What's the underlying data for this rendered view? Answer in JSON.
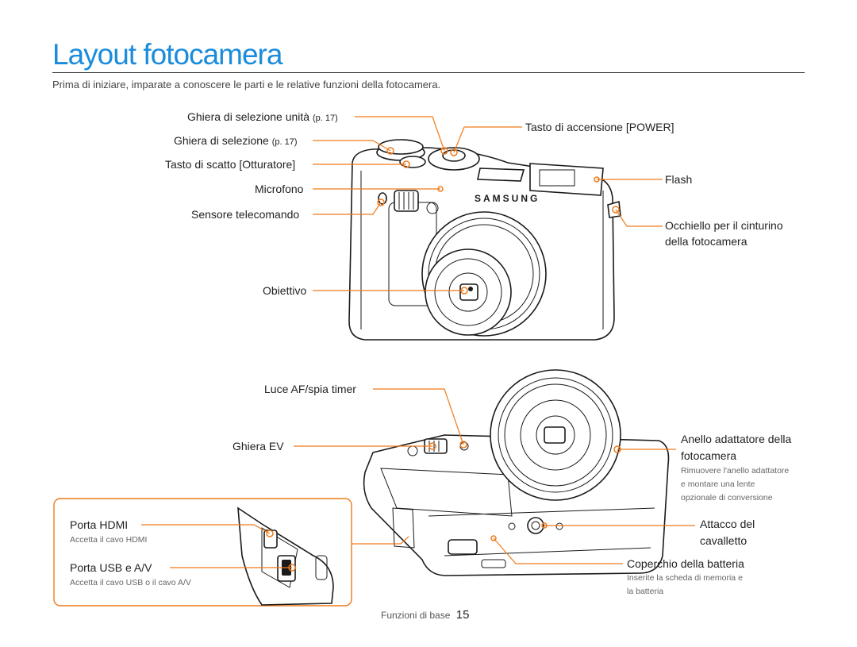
{
  "page": {
    "title": "Layout fotocamera",
    "intro": "Prima di iniziare, imparate a conoscere le parti e le relative funzioni della fotocamera."
  },
  "front_view": {
    "labels": {
      "mode_dial": "Ghiera di selezione unità",
      "mode_dial_ref": "(p. 17)",
      "select_dial": "Ghiera di selezione",
      "select_dial_ref": "(p. 17)",
      "shutter": "Tasto di scatto [Otturatore]",
      "microphone": "Microfono",
      "remote_sensor": "Sensore telecomando",
      "lens": "Obiettivo",
      "power": "Tasto di accensione [POWER]",
      "flash": "Flash",
      "strap_line1": "Occhiello per il cinturino",
      "strap_line2": "della fotocamera"
    },
    "brand": "SAMSUNG"
  },
  "bottom_view": {
    "labels": {
      "af_lamp": "Luce AF/spia timer",
      "ev_dial": "Ghiera EV",
      "adapter_ring_line1": "Anello adattatore della",
      "adapter_ring_line2": "fotocamera",
      "adapter_note_1": "Rimuovere l'anello adattatore",
      "adapter_note_2": "e montare una lente",
      "adapter_note_3": "opzionale di conversione",
      "tripod_line1": "Attacco del",
      "tripod_line2": "cavalletto",
      "battery_cover": "Coperchio della batteria",
      "battery_note_1": "Inserite la scheda di memoria e",
      "battery_note_2": "la batteria"
    },
    "inset": {
      "hdmi_label": "Porta HDMI",
      "hdmi_note": "Accetta il cavo HDMI",
      "usb_label": "Porta USB e A/V",
      "usb_note": "Accetta il cavo USB o il cavo A/V"
    }
  },
  "footer": {
    "section": "Funzioni di base",
    "page_number": "15"
  },
  "colors": {
    "title_blue": "#1a8cdb",
    "leader_orange": "#f07a1a"
  }
}
